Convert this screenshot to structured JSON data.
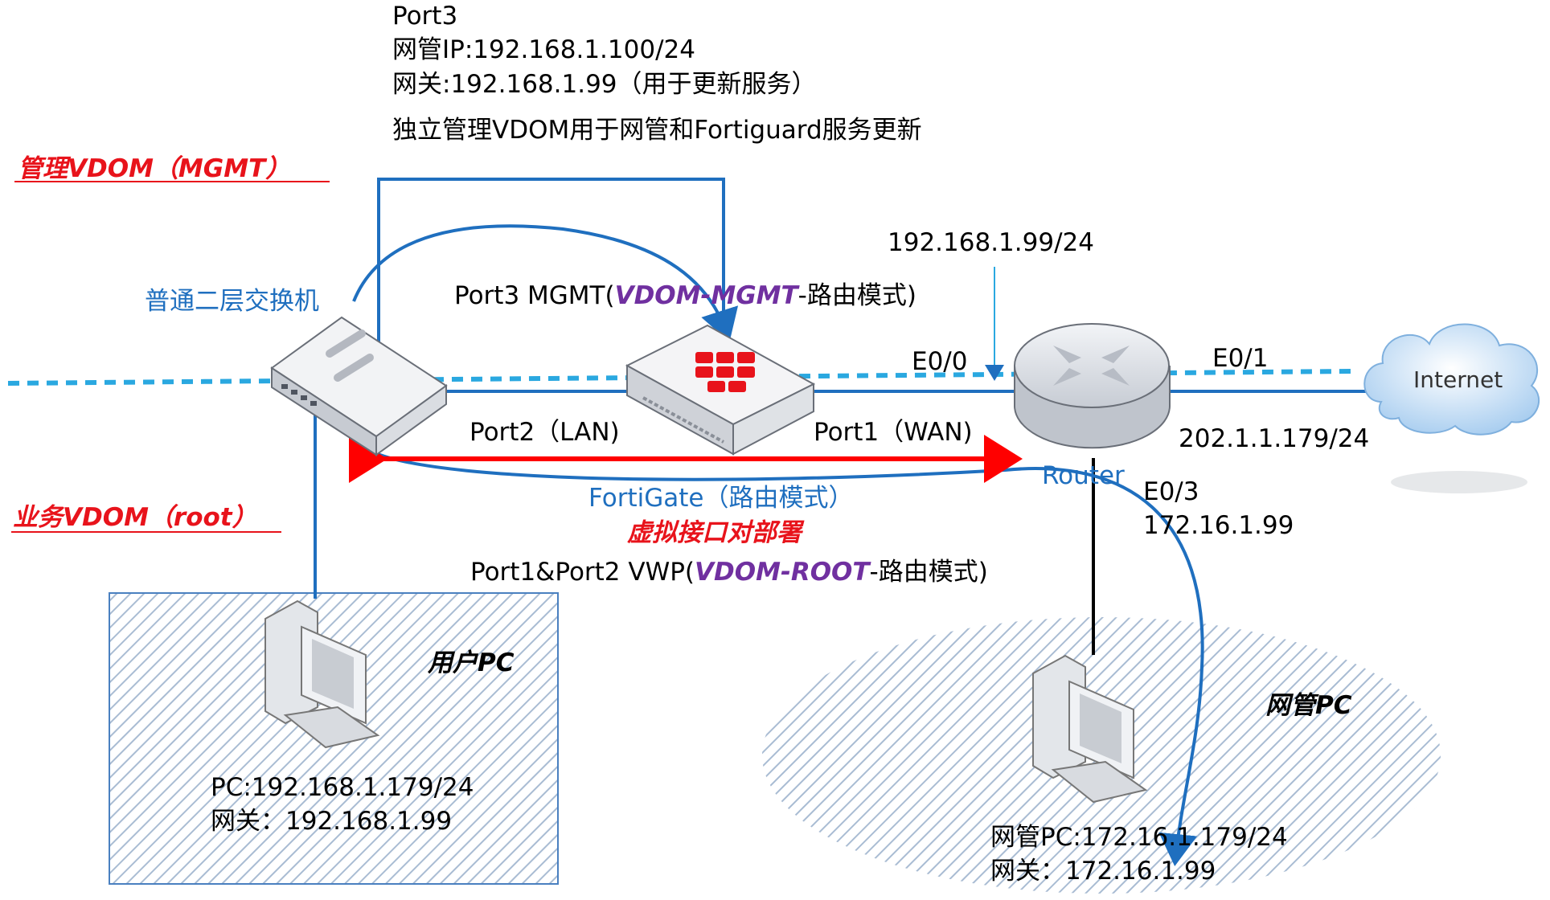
{
  "top_notes": {
    "port3": "Port3",
    "mgmt_ip": "网管IP:192.168.1.100/24",
    "gateway": "网关:192.168.1.99（用于更新服务）",
    "vdom_desc": "独立管理VDOM用于网管和Fortiguard服务更新"
  },
  "zones": {
    "mgmt_vdom": "管理VDOM（MGMT）",
    "root_vdom": "业务VDOM（root）"
  },
  "devices": {
    "switch_label": "普通二层交换机",
    "router_label": "Router",
    "internet_label": "Internet",
    "fortigate_label": "FortiGate（路由模式）"
  },
  "links": {
    "port3_mgmt_prefix": "Port3 MGMT(",
    "port3_mgmt_vdom": "VDOM-MGMT",
    "port3_mgmt_suffix": "-路由模式)",
    "router_ip": "192.168.1.99/24",
    "e00": "E0/0",
    "e01": "E0/1",
    "wan_ip": "202.1.1.179/24",
    "port2": "Port2（LAN)",
    "port1": "Port1（WAN)",
    "e03": "E0/3",
    "e03_ip": "172.16.1.99",
    "deploy": "虚拟接口对部署",
    "vwp_prefix": "Port1&Port2 VWP(",
    "vwp_vdom": "VDOM-ROOT",
    "vwp_suffix": "-路由模式)"
  },
  "user_pc": {
    "title": "用户PC",
    "ip": "PC:192.168.1.179/24",
    "gw": "网关：192.168.1.99"
  },
  "mgmt_pc": {
    "title": "网管PC",
    "ip": "网管PC:172.16.1.179/24",
    "gw": "网关：172.16.1.99"
  },
  "colors": {
    "blue_line": "#1f6fbf",
    "dashed_line": "#2aa8e0",
    "red_arrow": "#ff0000",
    "fortinet_red": "#e8131b",
    "vdom_purple": "#7030a0"
  }
}
